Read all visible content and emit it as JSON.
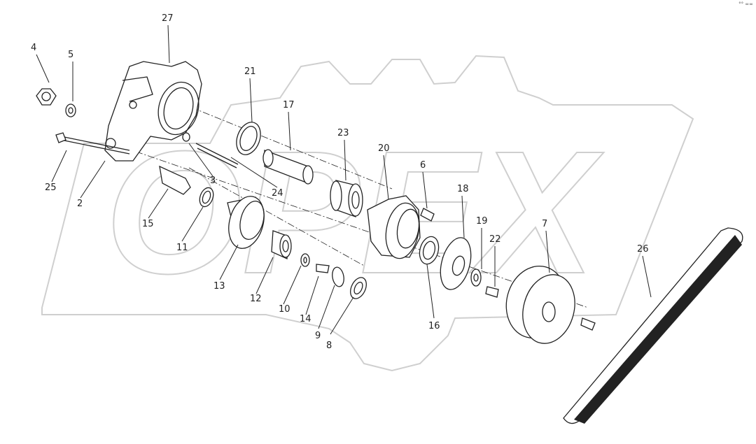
{
  "watermark": {
    "text": "OPEX"
  },
  "corner_mark": "°° ∞∞",
  "callouts": [
    {
      "id": "c4",
      "label": "4"
    },
    {
      "id": "c5",
      "label": "5"
    },
    {
      "id": "c27",
      "label": "27"
    },
    {
      "id": "c21",
      "label": "21"
    },
    {
      "id": "c17",
      "label": "17"
    },
    {
      "id": "c23",
      "label": "23"
    },
    {
      "id": "c20",
      "label": "20"
    },
    {
      "id": "c6",
      "label": "6"
    },
    {
      "id": "c18",
      "label": "18"
    },
    {
      "id": "c19",
      "label": "19"
    },
    {
      "id": "c22",
      "label": "22"
    },
    {
      "id": "c7",
      "label": "7"
    },
    {
      "id": "c26",
      "label": "26"
    },
    {
      "id": "c25",
      "label": "25"
    },
    {
      "id": "c2",
      "label": "2"
    },
    {
      "id": "c3",
      "label": "3"
    },
    {
      "id": "c24",
      "label": "24"
    },
    {
      "id": "c15",
      "label": "15"
    },
    {
      "id": "c11",
      "label": "11"
    },
    {
      "id": "c13",
      "label": "13"
    },
    {
      "id": "c12",
      "label": "12"
    },
    {
      "id": "c10",
      "label": "10"
    },
    {
      "id": "c14",
      "label": "14"
    },
    {
      "id": "c9",
      "label": "9"
    },
    {
      "id": "c8",
      "label": "8"
    },
    {
      "id": "c16",
      "label": "16"
    }
  ]
}
